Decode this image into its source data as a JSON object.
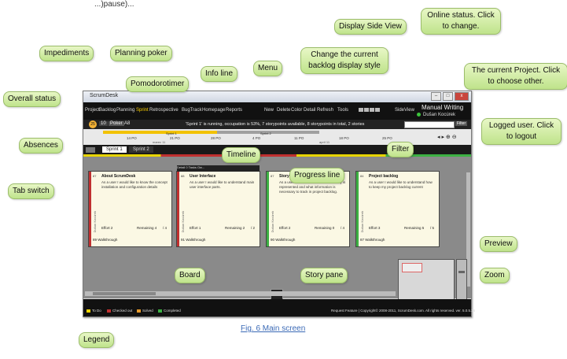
{
  "top_caption": "...)pause)...",
  "window": {
    "title": "ScrumDesk",
    "project": "Manual Writing",
    "user": "Dušan Kocúrek",
    "menu_items": [
      "Project",
      "Backlog",
      "Planning",
      "Sprint",
      "Retrospective",
      "BugTrack",
      "Homepage",
      "Reports",
      "New",
      "Delete",
      "Color",
      "Detail",
      "Refresh",
      "Tools",
      "SideView"
    ],
    "pomodoro": "25",
    "absences": "10",
    "poker": "Poker",
    "impediments": "A8",
    "info_line": "'Sprint 1' is running, occupation is 53%, 7 storypoints available, 8 storypoints in total, 2 stories",
    "filter_button": "Filter",
    "timeline": {
      "sprint1": "Sprint 1",
      "sprint2": "Sprint 2",
      "ticks": [
        "14 PO",
        "21 PO",
        "28 PO",
        "4 PO",
        "11 PO",
        "18 PO",
        "25 PO"
      ],
      "months": [
        "marec 11",
        "apríl 11"
      ]
    },
    "tabs": [
      "Sprint 1",
      "Sprint 2"
    ],
    "cards": [
      {
        "id": "87",
        "title": "About ScrumDesk",
        "desc": "As a user I would like to know the concept installation and configuration details",
        "owner": "Dušan Kocúrek",
        "effort": "Effort 2",
        "remaining": "Remaining 4",
        "total": "/ 4",
        "num": "89",
        "phase": "Walkthrough",
        "color": "#c03030"
      },
      {
        "id": "88",
        "title": "User Interface",
        "desc": "As a user I would like to understand main user interface parts.",
        "owner": "Dušan Kocúrek",
        "effort": "Effort 1",
        "remaining": "Remaining 2",
        "total": "/ 2",
        "num": "91",
        "phase": "Walkthrough",
        "color": "#c03030"
      },
      {
        "id": "87",
        "title": "Story",
        "desc": "As a user I would like to know how story is represented and what information is necessary to track in project backlog.",
        "owner": "Dušan Kocúrek",
        "effort": "Effort 2",
        "remaining": "Remaining 0",
        "total": "/ 4",
        "num": "90",
        "phase": "Walkthrough",
        "color": "#3cb043"
      },
      {
        "id": "84",
        "title": "Project backlog",
        "desc": "As a user I would like to understand how to keep my project backlog current",
        "owner": "Dušan Kocúrek",
        "effort": "Effort 3",
        "remaining": "Remaining 5",
        "total": "/ 5",
        "num": "87",
        "phase": "Walkthrough",
        "color": "#3cb043"
      }
    ],
    "card_tabs": "Detail  0 Tasks  Ow...",
    "legend": [
      {
        "label": "To Do",
        "color": "#f2d400"
      },
      {
        "label": "Checked out",
        "color": "#c03030"
      },
      {
        "label": "Solved",
        "color": "#e59a2c"
      },
      {
        "label": "Completed",
        "color": "#3cb043"
      }
    ],
    "copyright": "Request Feature | Copyright© 2008-2011, ScrumDesk.com. All rights reserved. ver. 5.0.5.26"
  },
  "callouts": {
    "impediments": "Impediments",
    "planning_poker": "Planning poker",
    "pomodoro": "Pomodorotimer",
    "info_line": "Info line",
    "menu": "Menu",
    "change_display": "Change the current backlog display style",
    "display_side": "Display Side View",
    "online": "Online status. Click to change.",
    "current_project": "The current Project. Click to choose other.",
    "overall": "Overall status",
    "logged": "Logged user. Click to logout",
    "absences": "Absences",
    "timeline": "Timeline",
    "filter": "Filter",
    "tab_switch": "Tab switch",
    "progress": "Progress line",
    "preview": "Preview",
    "board": "Board",
    "story_pane": "Story pane",
    "zoom": "Zoom",
    "legend": "Legend"
  },
  "figure_caption": "Fig. 6 Main screen"
}
